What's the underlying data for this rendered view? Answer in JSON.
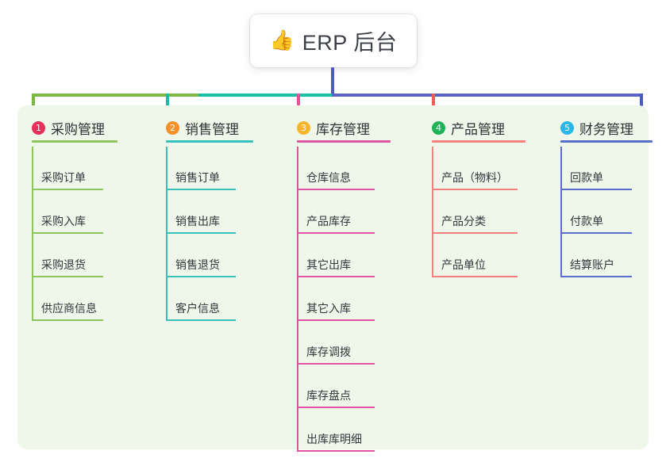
{
  "root": {
    "icon": "thumbs-up-icon",
    "icon_glyph": "👍",
    "title": "ERP 后台"
  },
  "palette": {
    "panel_bg": "#eef7e9",
    "page_bg": "#ffffff",
    "stem_indigo": "#4f58c0",
    "bar_green": "#7cb83f",
    "bar_teal": "#1bbfa4",
    "bar_indigo": "#5b63c7",
    "drop_green": "#7cb83f",
    "drop_teal": "#17bfa6",
    "drop_pink": "#ea4f9c",
    "drop_red": "#f15c5c",
    "drop_blue": "#4a5ac4"
  },
  "columns": [
    {
      "index": "1",
      "title": "采购管理",
      "badge_color": "#e8305a",
      "line_color": "#8dc45c",
      "head_rule_width": 108,
      "leaf_rule_width": 90,
      "items": [
        "采购订单",
        "采购入库",
        "采购退货",
        "供应商信息"
      ]
    },
    {
      "index": "2",
      "title": "销售管理",
      "badge_color": "#f5902a",
      "line_color": "#37c1bb",
      "head_rule_width": 110,
      "leaf_rule_width": 88,
      "items": [
        "销售订单",
        "销售出库",
        "销售退货",
        "客户信息"
      ]
    },
    {
      "index": "3",
      "title": "库存管理",
      "badge_color": "#f7b52c",
      "line_color": "#e055a3",
      "head_rule_width": 118,
      "leaf_rule_width": 98,
      "items": [
        "仓库信息",
        "产品库存",
        "其它出库",
        "其它入库",
        "库存调拨",
        "库存盘点",
        "出库库明细"
      ]
    },
    {
      "index": "4",
      "title": "产品管理",
      "badge_color": "#21b259",
      "line_color": "#f5817e",
      "head_rule_width": 118,
      "leaf_rule_width": 108,
      "items": [
        "产品（物料）",
        "产品分类",
        "产品单位"
      ]
    },
    {
      "index": "5",
      "title": "财务管理",
      "badge_color": "#29b6e8",
      "line_color": "#5b6ecb",
      "head_rule_width": 116,
      "leaf_rule_width": 90,
      "items": [
        "回款单",
        "付款单",
        "结算账户"
      ]
    }
  ]
}
